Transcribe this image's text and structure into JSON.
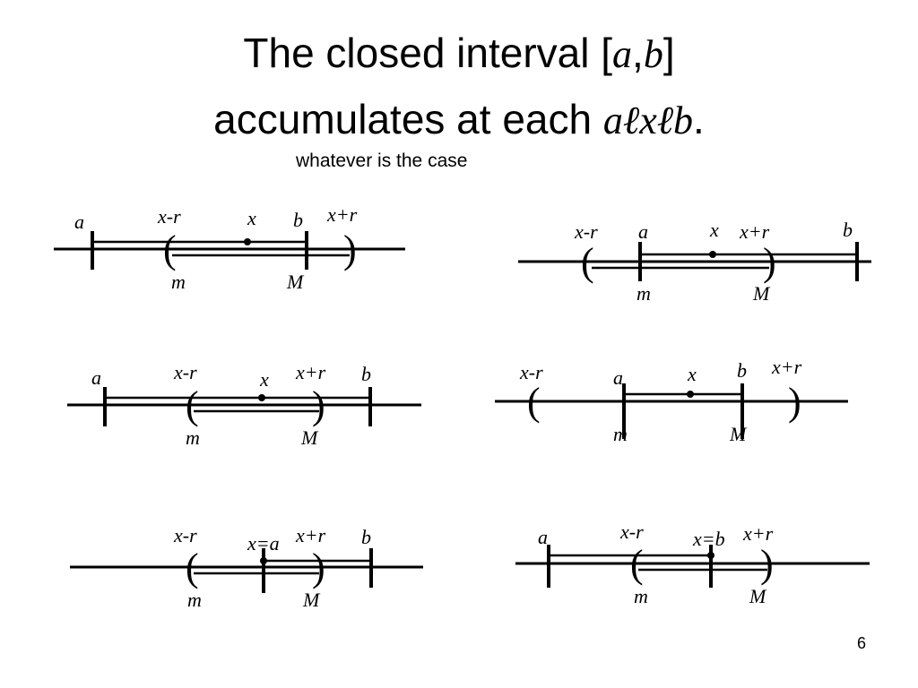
{
  "title": {
    "line1_text": "The closed interval [",
    "line1_a": "a",
    "line1_comma": ",",
    "line1_b": "b",
    "line1_end": "]",
    "line2_text": "accumulates at each ",
    "line2_a": "a",
    "line2_sym1": "ℓ",
    "line2_x": "x",
    "line2_sym2": "ℓ",
    "line2_b": "b",
    "line2_end": "."
  },
  "subtitle": "whatever is the case",
  "page_number": "6",
  "diagrams": [
    {
      "labels": {
        "a": "a",
        "xr_minus": "x-r",
        "x": "x",
        "b": "b",
        "xr_plus": "x+r",
        "m": "m",
        "M": "M"
      }
    },
    {
      "labels": {
        "xr_minus": "x-r",
        "a": "a",
        "x": "x",
        "xr_plus": "x+r",
        "b": "b",
        "m": "m",
        "M": "M"
      }
    },
    {
      "labels": {
        "a": "a",
        "xr_minus": "x-r",
        "x": "x",
        "xr_plus": "x+r",
        "b": "b",
        "m": "m",
        "M": "M"
      }
    },
    {
      "labels": {
        "xr_minus": "x-r",
        "a": "a",
        "x": "x",
        "b": "b",
        "xr_plus": "x+r",
        "m": "m",
        "M": "M"
      }
    },
    {
      "labels": {
        "xr_minus": "x-r",
        "x": "x=a",
        "xr_plus": "x+r",
        "b": "b",
        "m": "m",
        "M": "M"
      }
    },
    {
      "labels": {
        "a": "a",
        "xr_minus": "x-r",
        "x": "x=b",
        "xr_plus": "x+r",
        "m": "m",
        "M": "M"
      }
    }
  ]
}
